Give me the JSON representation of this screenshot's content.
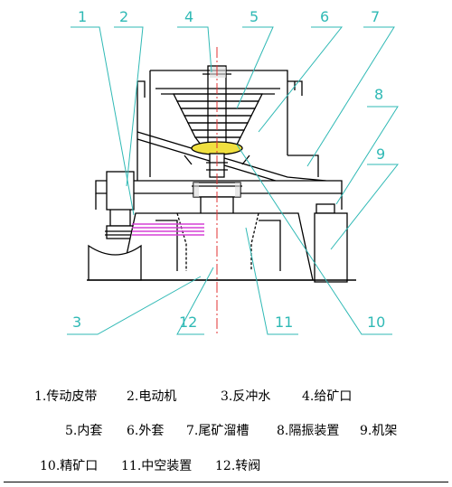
{
  "callouts": [
    "1",
    "2",
    "3",
    "4",
    "5",
    "6",
    "7",
    "8",
    "9",
    "10",
    "11",
    "12"
  ],
  "legend": {
    "row1": [
      "1.传动皮带",
      "2.电动机",
      "3.反冲水",
      "4.给矿口"
    ],
    "row2": [
      "5.内套",
      "6.外套",
      "7.尾矿溜槽",
      "8.隔振装置",
      "9.机架"
    ],
    "row3": [
      "10.精矿口",
      "11.中空装置",
      "12.转阀"
    ]
  },
  "colors": {
    "outline": "#000000",
    "callout": "#2fb9b5",
    "belt": "#d640d6",
    "centerline": "#e03030",
    "hatch": "#d8d8d8",
    "highlight": "#f0e040"
  }
}
